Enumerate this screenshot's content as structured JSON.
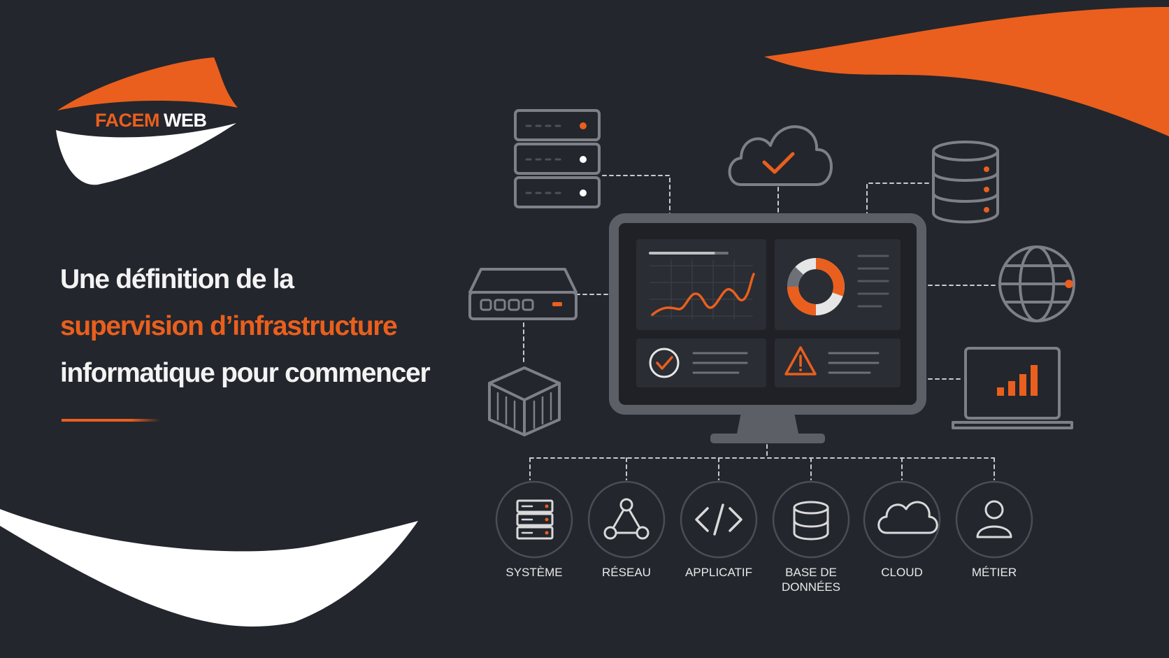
{
  "brand": {
    "name_part1": "FACEM",
    "name_part2": "WEB"
  },
  "headline": {
    "line1": "Une définition de la",
    "line2": "supervision d’infrastructure",
    "line3": "informatique pour commencer"
  },
  "colors": {
    "background": "#23262d",
    "accent": "#ea5f1d",
    "icon_stroke": "#7d8086",
    "text": "#f3f3f3",
    "screen": "#1f2126"
  },
  "diagram": {
    "center": "monitor-dashboard",
    "connected_icons": [
      "server-rack-icon",
      "cloud-check-icon",
      "database-icon",
      "router-icon",
      "container-box-icon",
      "globe-icon",
      "laptop-chart-icon"
    ],
    "categories": [
      {
        "icon": "server-icon",
        "line1": "SYSTÈME",
        "line2": ""
      },
      {
        "icon": "network-icon",
        "line1": "RÉSEAU",
        "line2": ""
      },
      {
        "icon": "code-icon",
        "line1": "APPLICATIF",
        "line2": ""
      },
      {
        "icon": "database-icon",
        "line1": "BASE DE",
        "line2": "DONNÉES"
      },
      {
        "icon": "cloud-icon",
        "line1": "CLOUD",
        "line2": ""
      },
      {
        "icon": "user-icon",
        "line1": "MÉTIER",
        "line2": ""
      }
    ]
  }
}
